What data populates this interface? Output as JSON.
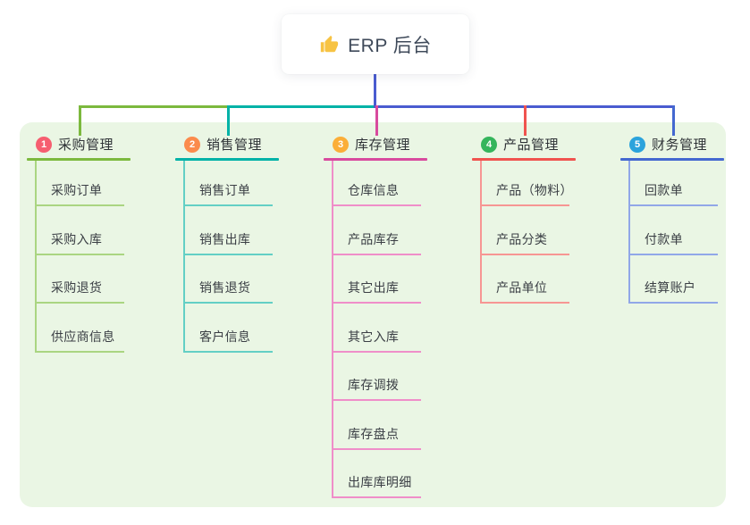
{
  "root": {
    "label": "ERP 后台",
    "icon": "thumbs-up"
  },
  "colors": {
    "panel_bg": "#eaf6e4",
    "trunk": "#4a5cd0",
    "root_text": "#3f4a5a",
    "header_text": "#2f3337",
    "child_text": "#3b3f45",
    "thumb_icon": "#f7c343"
  },
  "branches": [
    {
      "number": "1",
      "label": "采购管理",
      "badge_color": "#f65e70",
      "line_color": "#7cb93e",
      "child_line_color": "#aad581",
      "children": [
        "采购订单",
        "采购入库",
        "采购退货",
        "供应商信息"
      ]
    },
    {
      "number": "2",
      "label": "销售管理",
      "badge_color": "#fb8b4c",
      "line_color": "#00b2a7",
      "child_line_color": "#63cfc5",
      "children": [
        "销售订单",
        "销售出库",
        "销售退货",
        "客户信息"
      ]
    },
    {
      "number": "3",
      "label": "库存管理",
      "badge_color": "#fbae38",
      "line_color": "#d84a9e",
      "child_line_color": "#ef8ec9",
      "children": [
        "仓库信息",
        "产品库存",
        "其它出库",
        "其它入库",
        "库存调拨",
        "库存盘点",
        "出库库明细"
      ]
    },
    {
      "number": "4",
      "label": "产品管理",
      "badge_color": "#35b55c",
      "line_color": "#f0534f",
      "child_line_color": "#f79693",
      "children": [
        "产品（物料）",
        "产品分类",
        "产品单位"
      ]
    },
    {
      "number": "5",
      "label": "财务管理",
      "badge_color": "#2ba3dc",
      "line_color": "#4468d0",
      "child_line_color": "#91a7e8",
      "children": [
        "回款单",
        "付款单",
        "结算账户"
      ]
    }
  ]
}
